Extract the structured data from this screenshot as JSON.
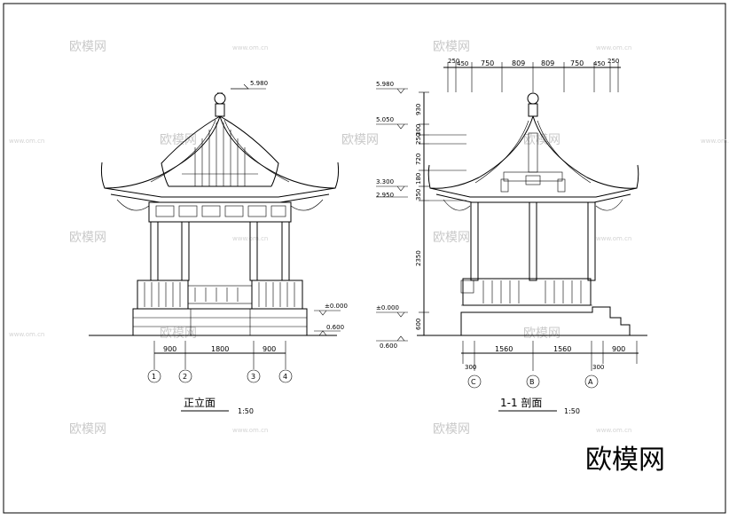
{
  "watermark": {
    "brand": "欧模网",
    "site": "www.om.cn",
    "corner": "欧模网"
  },
  "front": {
    "title": "正立面",
    "scale": "1:50",
    "elevations": {
      "top": "5.980",
      "ground": "±0.000",
      "base": "0.600"
    },
    "dims": [
      "900",
      "1800",
      "900"
    ],
    "axes": [
      "1",
      "2",
      "3",
      "4"
    ]
  },
  "section": {
    "title": "1-1  剖面",
    "scale": "1:50",
    "elevations": [
      "5.980",
      "5.050",
      "3.300",
      "2.950",
      "±0.000",
      "0.600"
    ],
    "vertical_dims": [
      "930",
      "300",
      "250",
      "720",
      "180",
      "350",
      "2350",
      "600"
    ],
    "top_dims": [
      "250",
      "450",
      "750",
      "809",
      "809",
      "750",
      "450",
      "250"
    ],
    "bottom_dims": [
      "1560",
      "1560",
      "900"
    ],
    "side_dims": [
      "300",
      "300"
    ],
    "axes": [
      "C",
      "B",
      "A"
    ]
  }
}
